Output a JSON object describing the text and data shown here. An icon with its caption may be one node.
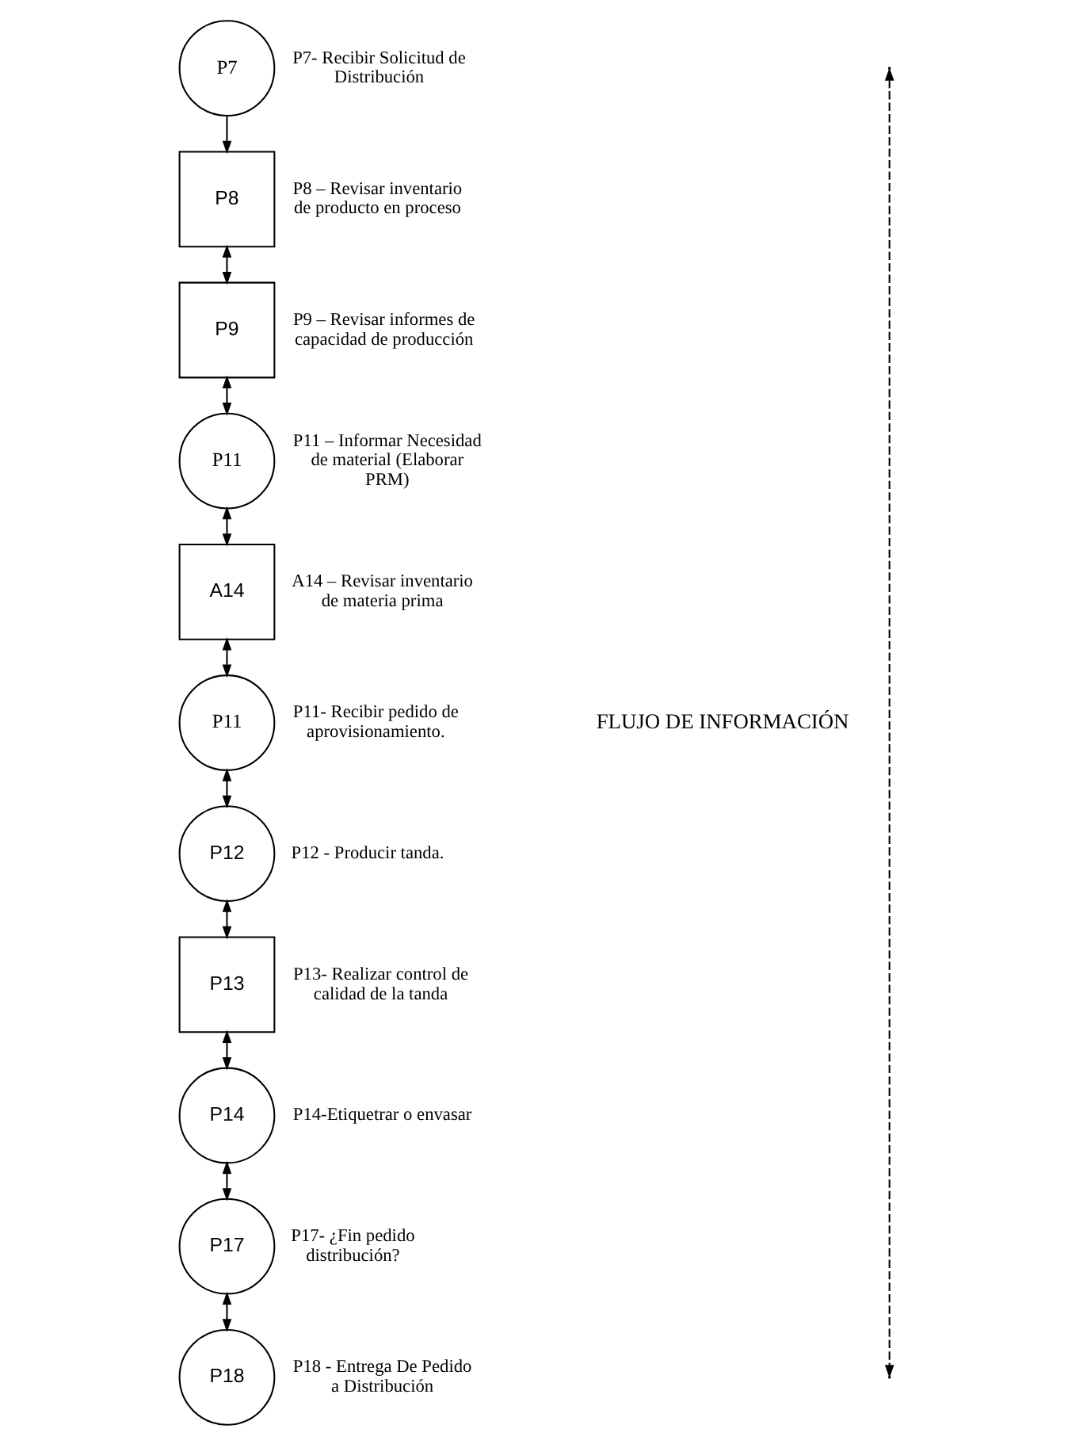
{
  "diagram": {
    "nodes": [
      {
        "text": [
          "P7"
        ],
        "beside": [
          "P7- Recibir Solicitud de Distribución"
        ]
      },
      {
        "text": [
          "P8"
        ],
        "beside": [
          "P8 – Revisar inventario de producto en proceso"
        ]
      },
      {
        "text": [
          "P9"
        ],
        "beside": [
          "P9 – Revisar informes de capacidad de producción"
        ]
      },
      {
        "text": [
          "P11"
        ],
        "beside": [
          "P11 – Informar Necesidad de material (Elaborar PRM)"
        ]
      },
      {
        "text": [
          "A14"
        ],
        "beside": [
          "A14 – Revisar inventario de materia prima"
        ]
      },
      {
        "text": [
          "P11"
        ],
        "beside": [
          "P11- Recibir pedido de aprovisionamiento."
        ]
      },
      {
        "text": [
          "P12"
        ],
        "beside": [
          "P12 - Producir tanda."
        ]
      },
      {
        "text": [
          "P13"
        ],
        "beside": [
          "P13- Realizar control de calidad de la tanda"
        ]
      },
      {
        "text": [
          "P14"
        ],
        "beside": [
          "P14-Etiquetrar o envasar"
        ]
      },
      {
        "text": [
          "P17"
        ],
        "beside": [
          "P17- ¿Fin pedido distribución?"
        ]
      },
      {
        "text": [
          "P18"
        ],
        "beside": [
          "P18 - Entrega De Pedido a Distribución"
        ]
      }
    ],
    "edges": [
      {
        "from": 0,
        "to": 1,
        "arrow": "to"
      },
      {
        "from": 1,
        "to": 2,
        "arrow": "both"
      },
      {
        "from": 2,
        "to": 3,
        "arrow": "both"
      },
      {
        "from": 3,
        "to": 4,
        "arrow": "both"
      },
      {
        "from": 4,
        "to": 5,
        "arrow": "both"
      },
      {
        "from": 5,
        "to": 6,
        "arrow": "both"
      },
      {
        "from": 6,
        "to": 7,
        "arrow": "both"
      },
      {
        "from": 7,
        "to": 8,
        "arrow": "both"
      },
      {
        "from": 8,
        "to": 9,
        "arrow": "both"
      },
      {
        "from": 9,
        "to": 10,
        "arrow": "both"
      }
    ],
    "labels": [
      "FLUJO DE INFORMACIÓN"
    ]
  }
}
